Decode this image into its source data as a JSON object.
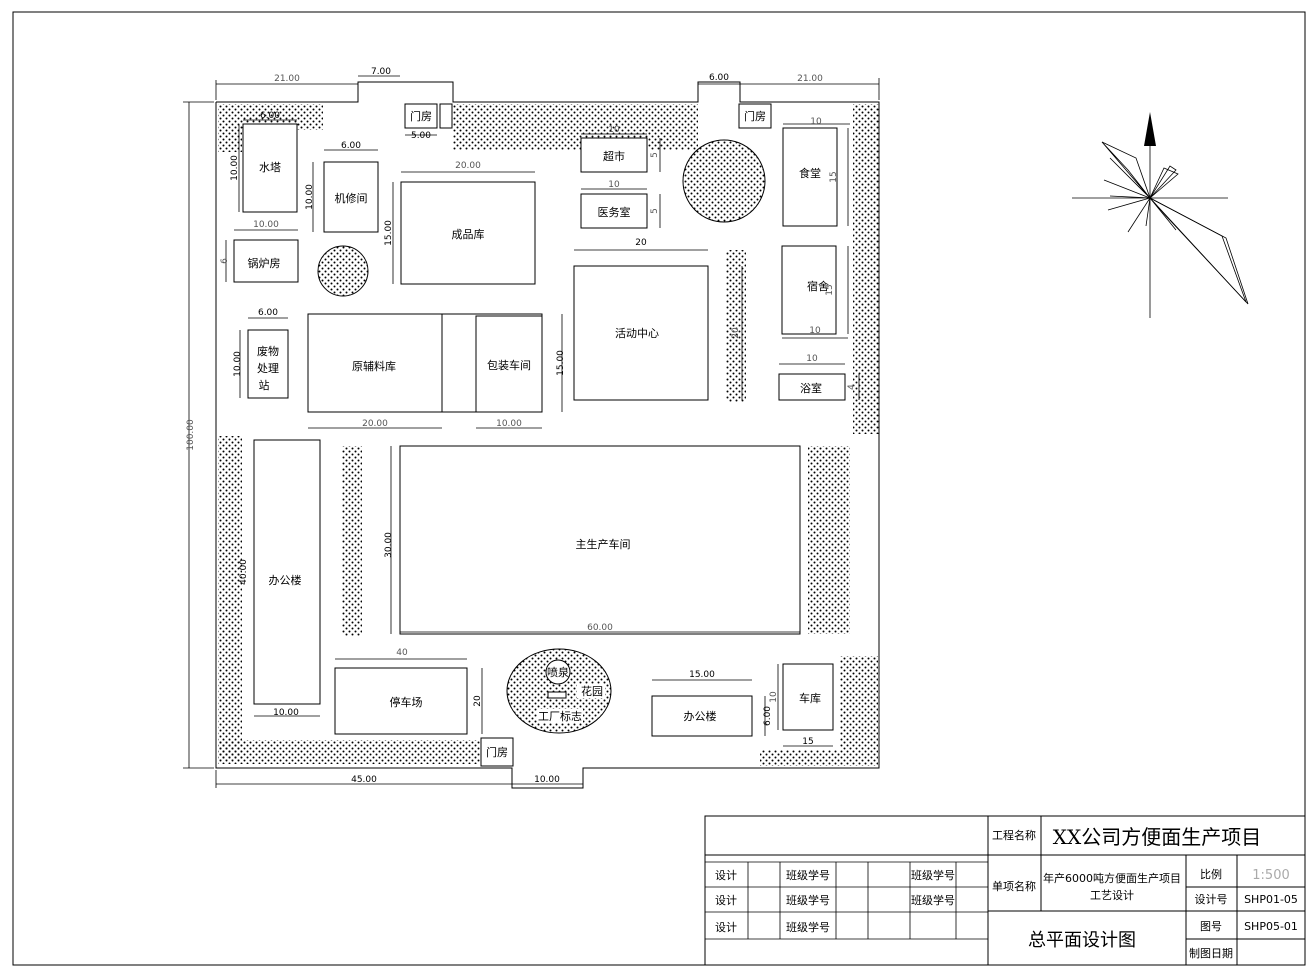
{
  "buildings": {
    "gate_north_left": "门房",
    "gate_north_right": "门房",
    "gate_south": "门房",
    "water_tower": "水塔",
    "machine_repair": "机修间",
    "finished_goods_store": "成品库",
    "supermarket": "超市",
    "clinic": "医务室",
    "canteen": "食堂",
    "boiler_room": "锅炉房",
    "activity_center": "活动中心",
    "dormitory": "宿舍",
    "waste_line1": "废物",
    "waste_line2": "处理",
    "waste_line3": "站",
    "raw_material_store": "原辅料库",
    "packaging_workshop": "包装车间",
    "bathroom": "浴室",
    "office_building_left": "办公楼",
    "main_workshop": "主生产车间",
    "parking": "停车场",
    "fountain": "喷泉",
    "garden": "花园",
    "factory_sign": "工厂标志",
    "office_building_right": "办公楼",
    "garage": "车库"
  },
  "dimensions": {
    "top_left_21": "21.00",
    "top_7": "7.00",
    "top_6": "6.00",
    "top_right_21": "21.00",
    "gate_5": "5.00",
    "water_tower_w": "6.00",
    "water_tower_h": "10.00",
    "machine_w": "6.00",
    "machine_h": "10.00",
    "store_w": "20.00",
    "store_h": "15.00",
    "supermarket_w": "10",
    "supermarket_h": "5",
    "clinic_w": "10",
    "clinic_h": "5",
    "canteen_w": "10",
    "canteen_h": "15",
    "boiler_w": "10.00",
    "boiler_h": "6",
    "activity_w": "20",
    "activity_h": "20",
    "dorm_w": "10",
    "dorm_h": "15",
    "waste_w": "6.00",
    "waste_h": "10.00",
    "raw_w": "20.00",
    "pack_w": "10.00",
    "pack_h": "15.00",
    "bath_w": "10",
    "bath_h": "4",
    "total_h": "100.00",
    "office_left_h": "40.00",
    "office_left_w": "10.00",
    "main_h": "30.00",
    "main_w": "60.00",
    "parking_w": "40",
    "parking_h": "20",
    "office_right_w": "15.00",
    "office_right_h": "6.00",
    "garage_h": "10",
    "garage_w": "15",
    "bottom_45": "45.00",
    "bottom_10": "10.00"
  },
  "title_block": {
    "project_name_label": "工程名称",
    "project_name": "XX公司方便面生产项目",
    "item_name_label": "单项名称",
    "item_name_line1": "年产6000吨方便面生产项目",
    "item_name_line2": "工艺设计",
    "design_1": "设计",
    "design_2": "设计",
    "design_3": "设计",
    "class_id_1": "班级学号",
    "class_id_2": "班级学号",
    "class_id_3": "班级学号",
    "class_id_4": "班级学号",
    "class_id_5": "班级学号",
    "drawing_title": "总平面设计图",
    "scale_label": "比例",
    "scale_value": "1:500",
    "design_no_label": "设计号",
    "design_no": "SHP01-05",
    "drawing_no_label": "图号",
    "drawing_no": "SHP05-01",
    "date_label": "制图日期"
  }
}
